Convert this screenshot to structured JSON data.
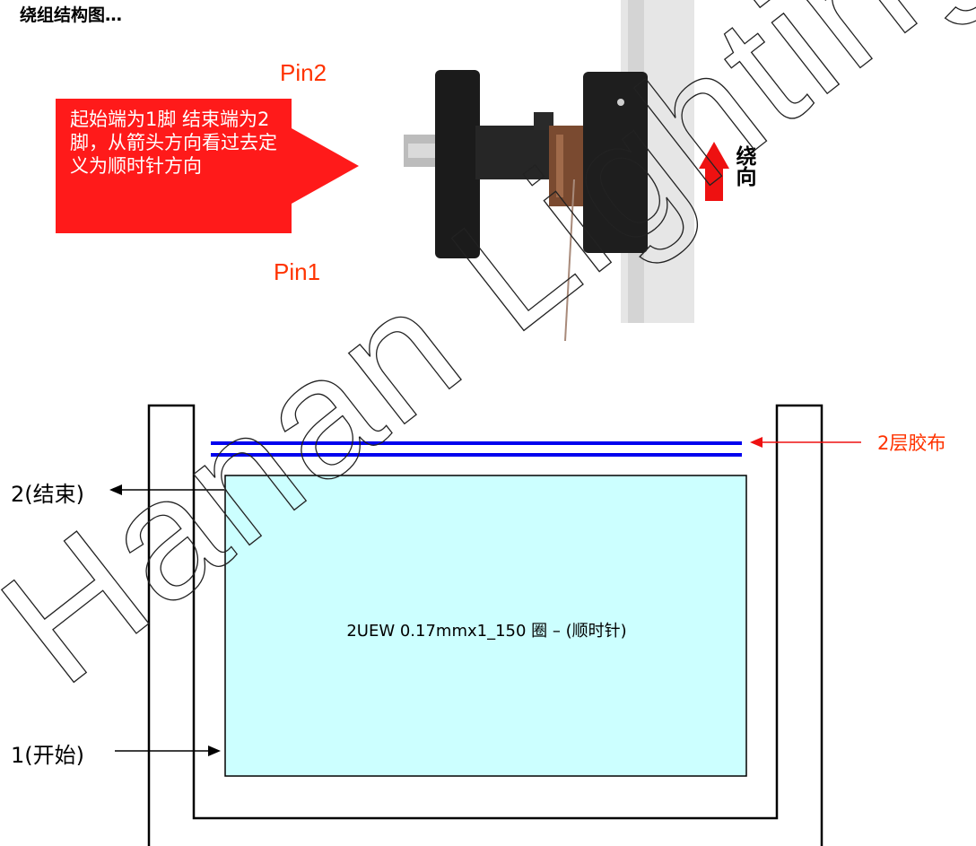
{
  "title": "绕组结构图…",
  "photo": {
    "pin2_label": "Pin2",
    "pin1_label": "Pin1",
    "callout_text": "起始端为1脚 结束端为2脚，从箭头方向看过去定义为顺时针方向",
    "winding_direction_label": "绕向"
  },
  "diagram": {
    "tape_label": "2层胶布",
    "end_label": "2(结束)",
    "start_label": "1(开始)",
    "coil_spec": "2UEW 0.17mmx1_150 圈 – (顺时针)"
  },
  "watermark_text": "Hanan Lighting",
  "colors": {
    "red_accent": "#ff1a1a",
    "pin_label": "#ff3300",
    "tape_blue": "#0000ee",
    "coil_fill": "#ccffff",
    "bobbin_dark": "#1b1b1b"
  }
}
